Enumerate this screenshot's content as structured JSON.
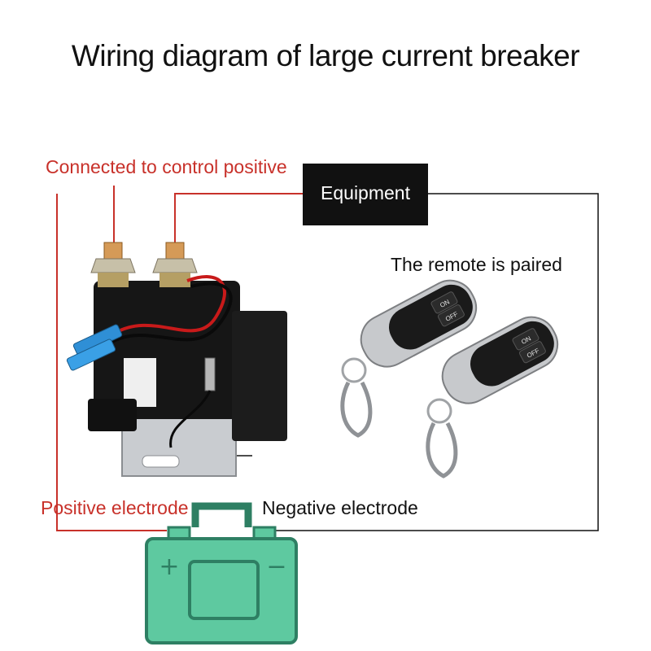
{
  "title": "Wiring diagram of large current breaker",
  "labels": {
    "control_positive": "Connected to control positive",
    "equipment": "Equipment",
    "remote_paired": "The remote is paired",
    "positive_electrode": "Positive electrode",
    "negative_electrode": "Negative electrode"
  },
  "remote": {
    "on_label": "ON",
    "off_label": "OFF"
  },
  "battery": {
    "plus_symbol": "+",
    "minus_symbol": "−"
  },
  "colors": {
    "red_wire": "#c8312a",
    "black_wire": "#111111",
    "battery_fill": "#5ec9a0",
    "battery_stroke": "#2e7f63"
  }
}
